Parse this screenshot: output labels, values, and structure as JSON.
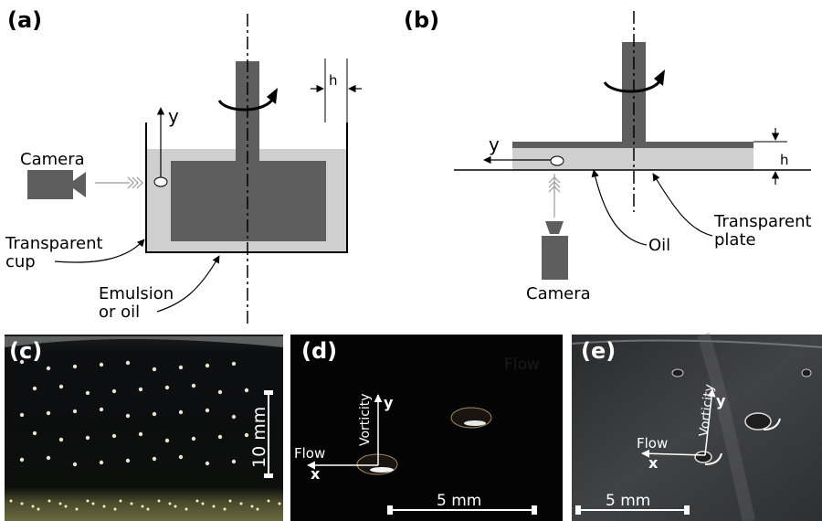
{
  "panels": {
    "a": {
      "tag": "(a)",
      "camera": "Camera",
      "axis_y": "y",
      "h": "h",
      "cup_line1": "Transparent",
      "cup_line2": "cup",
      "emulsion_line1": "Emulsion",
      "emulsion_line2": "or oil"
    },
    "b": {
      "tag": "(b)",
      "axis_y": "y",
      "h": "h",
      "oil": "Oil",
      "plate_line1": "Transparent",
      "plate_line2": "plate",
      "camera": "Camera"
    },
    "c": {
      "tag": "(c)",
      "scale": "10 mm"
    },
    "d": {
      "tag": "(d)",
      "vorticity": "Vorticity",
      "axis_y": "y",
      "flow": "Flow",
      "axis_x": "x",
      "scale": "5 mm",
      "faint": "Flow"
    },
    "e": {
      "tag": "(e)",
      "vorticity": "Vorticity",
      "axis_y": "y",
      "flow": "Flow",
      "axis_x": "x",
      "scale": "5 mm"
    }
  },
  "colors": {
    "dark_gray": "#5e5e5e",
    "light_gray": "#cfcfcf",
    "photo_c": "#0b0d10",
    "photo_d": "#040404",
    "photo_e": "#3a3b3c"
  }
}
